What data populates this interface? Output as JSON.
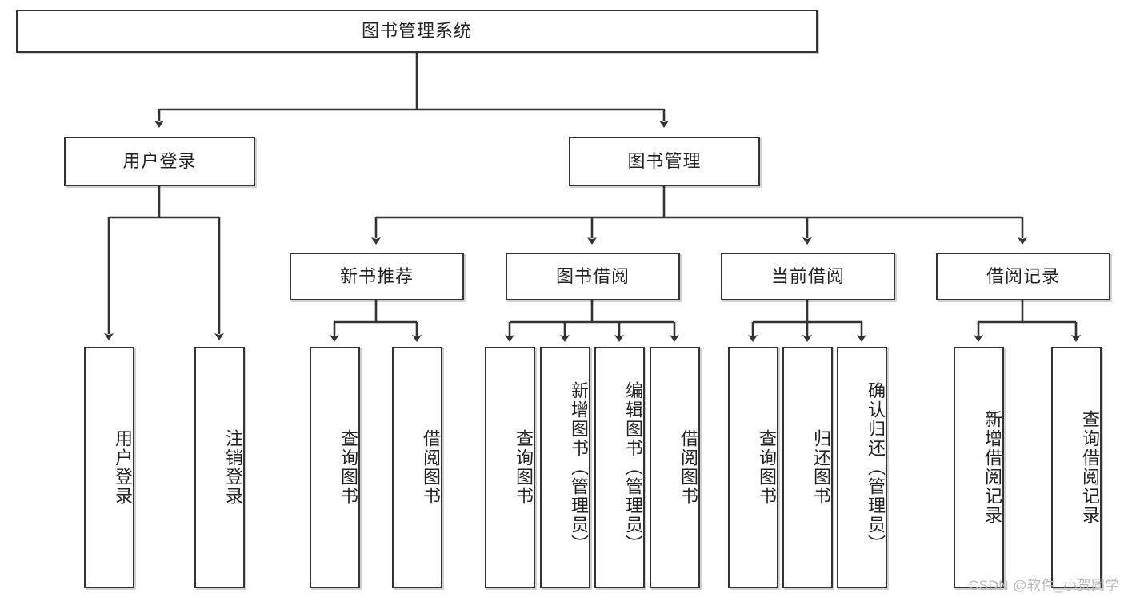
{
  "diagram": {
    "title": "图书管理系统",
    "type": "hierarchy-tree",
    "watermark": "CSDN @软件_小贺同学",
    "root": {
      "id": "root",
      "label": "图书管理系统"
    },
    "level2": [
      {
        "id": "user-login",
        "label": "用户登录"
      },
      {
        "id": "book-manage",
        "label": "图书管理"
      }
    ],
    "level3": [
      {
        "id": "new-book-rec",
        "label": "新书推荐",
        "parent": "book-manage"
      },
      {
        "id": "book-borrow",
        "label": "图书借阅",
        "parent": "book-manage"
      },
      {
        "id": "current-borrow",
        "label": "当前借阅",
        "parent": "book-manage"
      },
      {
        "id": "borrow-record",
        "label": "借阅记录",
        "parent": "book-manage"
      }
    ],
    "leaves": [
      {
        "id": "leaf-user-login",
        "label": "用户登录",
        "parent": "user-login"
      },
      {
        "id": "leaf-logout",
        "label": "注销登录",
        "parent": "user-login"
      },
      {
        "id": "leaf-query-book-1",
        "label": "查询图书",
        "parent": "new-book-rec"
      },
      {
        "id": "leaf-borrow-book-1",
        "label": "借阅图书",
        "parent": "new-book-rec"
      },
      {
        "id": "leaf-query-book-2",
        "label": "查询图书",
        "parent": "book-borrow"
      },
      {
        "id": "leaf-add-book",
        "label": "新增图书（管理员）",
        "parent": "book-borrow"
      },
      {
        "id": "leaf-edit-book",
        "label": "编辑图书（管理员）",
        "parent": "book-borrow"
      },
      {
        "id": "leaf-borrow-book-2",
        "label": "借阅图书",
        "parent": "book-borrow"
      },
      {
        "id": "leaf-query-book-3",
        "label": "查询图书",
        "parent": "current-borrow"
      },
      {
        "id": "leaf-return-book",
        "label": "归还图书",
        "parent": "current-borrow"
      },
      {
        "id": "leaf-confirm-return",
        "label": "确认归还（管理员）",
        "parent": "current-borrow"
      },
      {
        "id": "leaf-add-record",
        "label": "新增借阅记录",
        "parent": "borrow-record"
      },
      {
        "id": "leaf-query-record",
        "label": "查询借阅记录",
        "parent": "borrow-record"
      }
    ],
    "colors": {
      "node_border": "#333333",
      "node_fill": "#ffffff",
      "edge": "#333333",
      "text": "#222222",
      "watermark": "#b9b9b9",
      "background": "#ffffff"
    }
  }
}
